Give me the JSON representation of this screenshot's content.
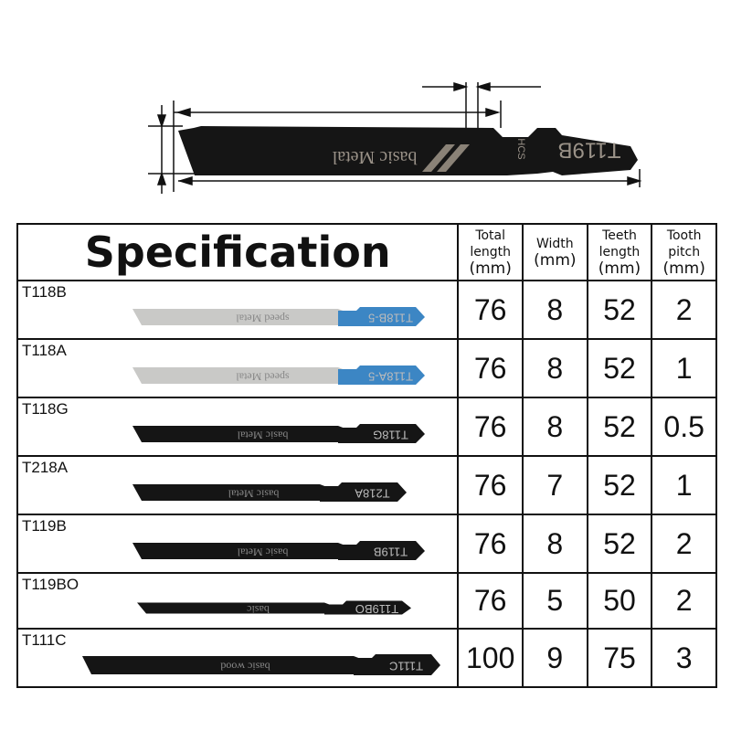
{
  "diagram": {
    "blade_model": "T119B",
    "blade_steel": "HCS",
    "blade_brand": "basic Metal"
  },
  "table": {
    "title": "Specification",
    "headers": [
      {
        "line1": "Total",
        "line2": "length",
        "unit": "(mm)"
      },
      {
        "line1": "",
        "line2": "Width",
        "unit": "(mm)"
      },
      {
        "line1": "Teeth",
        "line2": "length",
        "unit": "(mm)"
      },
      {
        "line1": "Tooth",
        "line2": "pitch",
        "unit": "(mm)"
      }
    ],
    "rows": [
      {
        "model": "T118B",
        "total_length": "76",
        "width": "8",
        "teeth_length": "52",
        "tooth_pitch": "2",
        "blade_label": "T118B-5",
        "blade_brand": "speed Metal",
        "body_color": "#c9c9c7",
        "shank_color": "#3c86c4"
      },
      {
        "model": "T118A",
        "total_length": "76",
        "width": "8",
        "teeth_length": "52",
        "tooth_pitch": "1",
        "blade_label": "T118A-5",
        "blade_brand": "speed Metal",
        "body_color": "#c9c9c7",
        "shank_color": "#3c86c4"
      },
      {
        "model": "T118G",
        "total_length": "76",
        "width": "8",
        "teeth_length": "52",
        "tooth_pitch": "0.5",
        "blade_label": "T118G",
        "blade_brand": "basic Metal",
        "body_color": "#151515",
        "shank_color": "#151515"
      },
      {
        "model": "T218A",
        "total_length": "76",
        "width": "7",
        "teeth_length": "52",
        "tooth_pitch": "1",
        "blade_label": "T218A",
        "blade_brand": "basic Metal",
        "body_color": "#151515",
        "shank_color": "#151515"
      },
      {
        "model": "T119B",
        "total_length": "76",
        "width": "8",
        "teeth_length": "52",
        "tooth_pitch": "2",
        "blade_label": "T119B",
        "blade_brand": "basic Metal",
        "body_color": "#151515",
        "shank_color": "#151515"
      },
      {
        "model": "T119BO",
        "total_length": "76",
        "width": "5",
        "teeth_length": "50",
        "tooth_pitch": "2",
        "blade_label": "T119BO",
        "blade_brand": "basic",
        "body_color": "#151515",
        "shank_color": "#151515"
      },
      {
        "model": "T111C",
        "total_length": "100",
        "width": "9",
        "teeth_length": "75",
        "tooth_pitch": "3",
        "blade_label": "T111C",
        "blade_brand": "basic wood",
        "body_color": "#151515",
        "shank_color": "#151515"
      }
    ]
  }
}
